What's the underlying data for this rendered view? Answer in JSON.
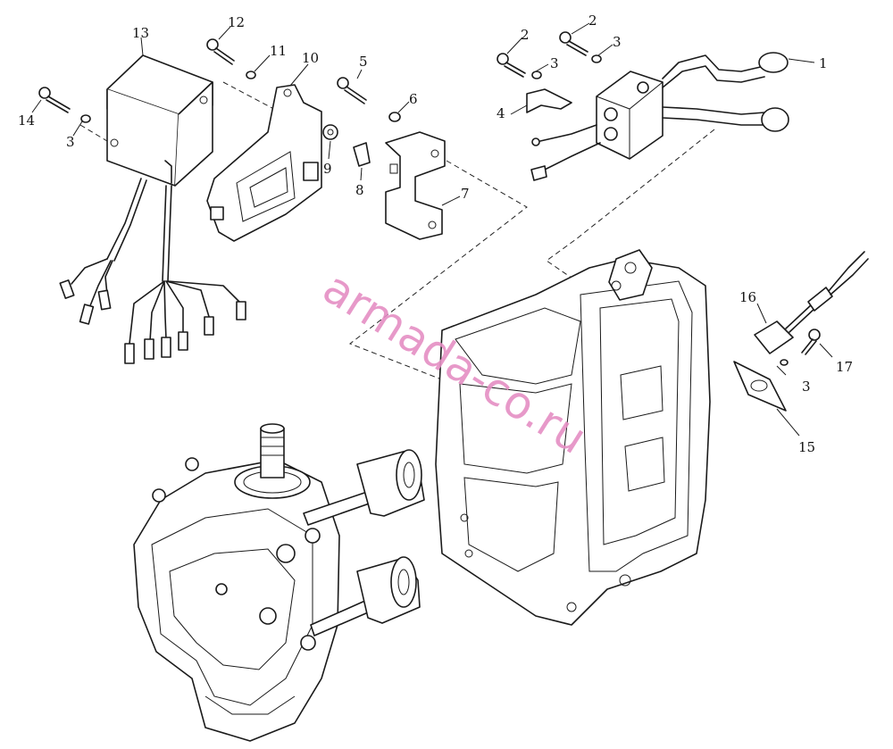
{
  "watermark": "armada-co.ru",
  "callouts": {
    "c1": "1",
    "c2a": "2",
    "c2b": "2",
    "c3a": "3",
    "c3b": "3",
    "c3c": "3",
    "c3d": "3",
    "c4": "4",
    "c5": "5",
    "c6": "6",
    "c7": "7",
    "c8": "8",
    "c9": "9",
    "c10": "10",
    "c11": "11",
    "c12": "12",
    "c13": "13",
    "c14": "14",
    "c15": "15",
    "c16": "16",
    "c17": "17"
  },
  "colors": {
    "line": "#1a1a1a",
    "watermark": "#e58fc4"
  }
}
